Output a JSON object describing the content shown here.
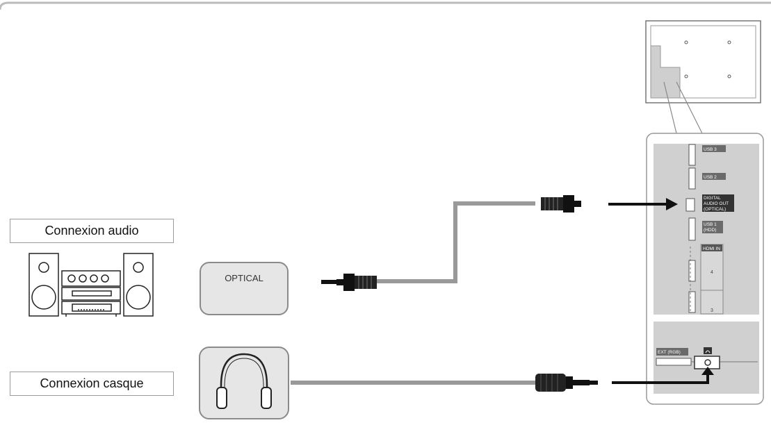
{
  "labels": {
    "audio_connection": "Connexion audio",
    "headphone_connection": "Connexion casque",
    "optical_port": "OPTICAL"
  },
  "tv_panel": {
    "usb3": "USB 3",
    "usb2": "USB 2",
    "digital_audio_out": [
      "DIGITAL",
      "AUDIO OUT",
      "(OPTICAL)"
    ],
    "usb1": [
      "USB 1",
      "(HDD)"
    ],
    "hdmi_in": "HDMI IN",
    "hdmi_4": "4",
    "hdmi_3": "3",
    "ext_rgb": "EXT (RGB)"
  },
  "colors": {
    "cable": "#999999",
    "panel": "#d0d0d0",
    "arrow": "#111111",
    "label_border": "#9a9a9a"
  }
}
